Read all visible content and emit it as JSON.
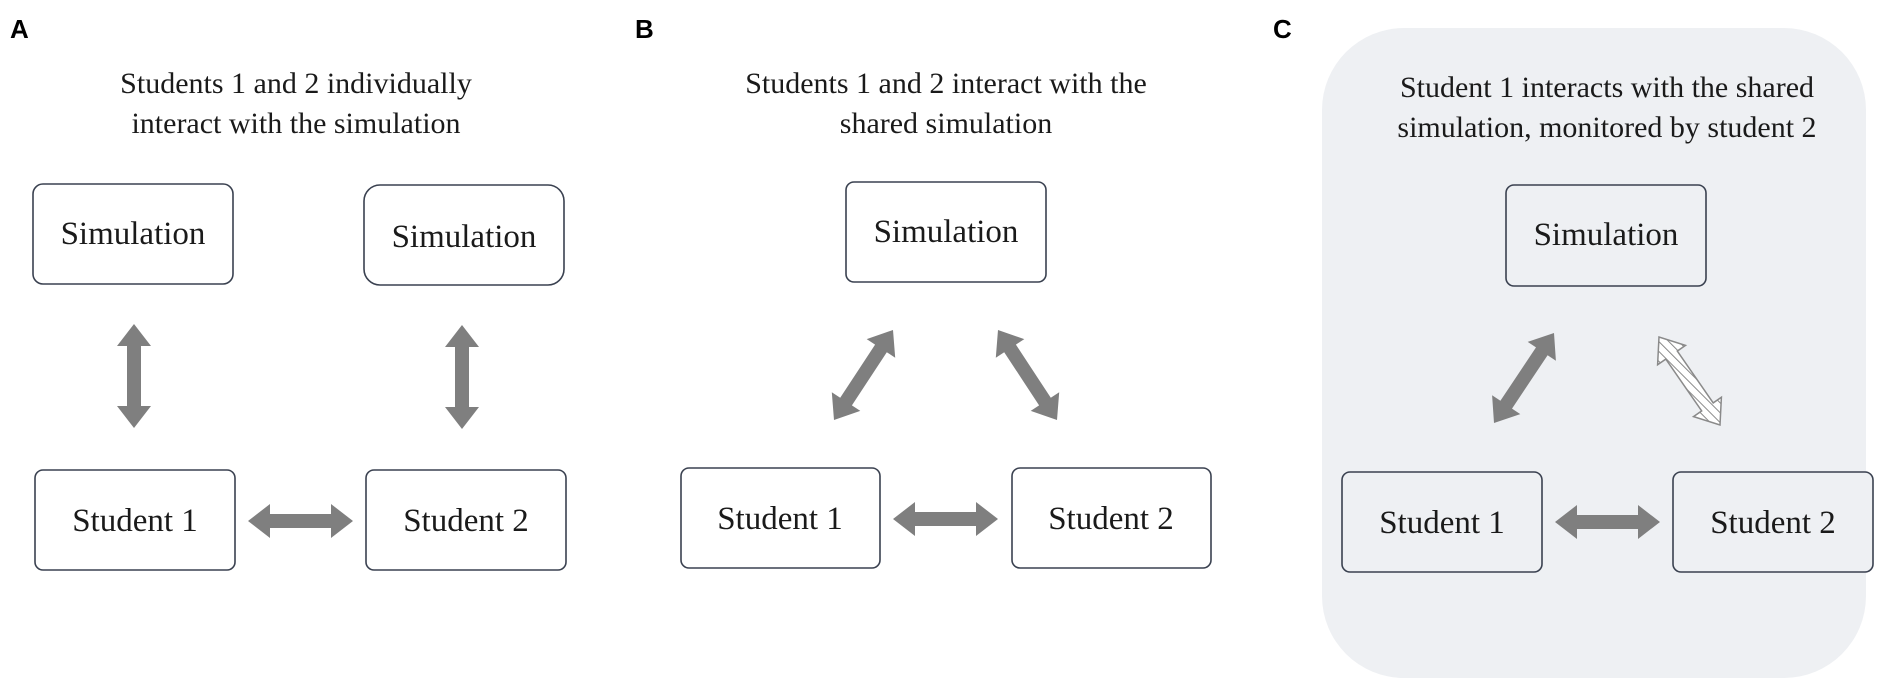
{
  "colors": {
    "arrow": "#7f7f7f",
    "hatch_stroke": "#8a8a8a",
    "box_stroke": "#3a4150",
    "panel_c_background": "#eef0f3"
  },
  "panels": [
    {
      "letter": "A",
      "title_lines": [
        "Students  1 and  2 individually",
        "interact  with  the simulation"
      ],
      "nodes": {
        "simulation_left": "Simulation",
        "simulation_right": "Simulation",
        "student1": "Student 1",
        "student2": "Student 2"
      },
      "arrows": [
        {
          "id": "simleft-student1",
          "style": "solid"
        },
        {
          "id": "simright-student2",
          "style": "solid"
        },
        {
          "id": "student1-student2",
          "style": "solid"
        }
      ]
    },
    {
      "letter": "B",
      "title_lines": [
        "Students  1 and  2 interact  with  the",
        "shared  simulation"
      ],
      "nodes": {
        "simulation": "Simulation",
        "student1": "Student 1",
        "student2": "Student 2"
      },
      "arrows": [
        {
          "id": "sim-student1",
          "style": "solid"
        },
        {
          "id": "sim-student2",
          "style": "solid"
        },
        {
          "id": "student1-student2",
          "style": "solid"
        }
      ]
    },
    {
      "letter": "C",
      "title_lines": [
        "Student  1 interacts  with  the shared",
        "simulation,  monitored  by  student  2"
      ],
      "nodes": {
        "simulation": "Simulation",
        "student1": "Student 1",
        "student2": "Student 2"
      },
      "arrows": [
        {
          "id": "sim-student1",
          "style": "solid"
        },
        {
          "id": "sim-student2",
          "style": "hatched"
        },
        {
          "id": "student1-student2",
          "style": "solid"
        }
      ]
    }
  ]
}
